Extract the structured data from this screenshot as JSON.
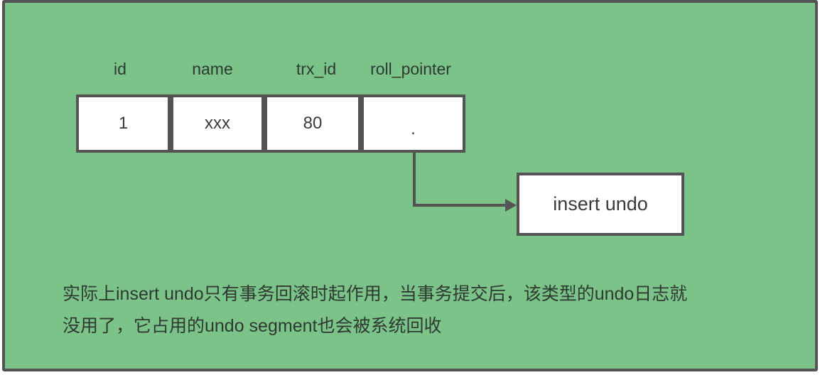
{
  "colors": {
    "panel_bg": "#7bc389",
    "line": "#545454",
    "text": "#2e3a31"
  },
  "table": {
    "headers": [
      {
        "label": "id"
      },
      {
        "label": "name"
      },
      {
        "label": "trx_id"
      },
      {
        "label": "roll_pointer"
      }
    ],
    "row": {
      "id": "1",
      "name": "xxx",
      "trx_id": "80",
      "roll_pointer": "."
    }
  },
  "undo_box": {
    "label": "insert undo"
  },
  "note": {
    "line1": "实际上insert undo只有事务回滚时起作用，当事务提交后，该类型的undo日志就",
    "line2": "没用了，它占用的undo segment也会被系统回收"
  }
}
